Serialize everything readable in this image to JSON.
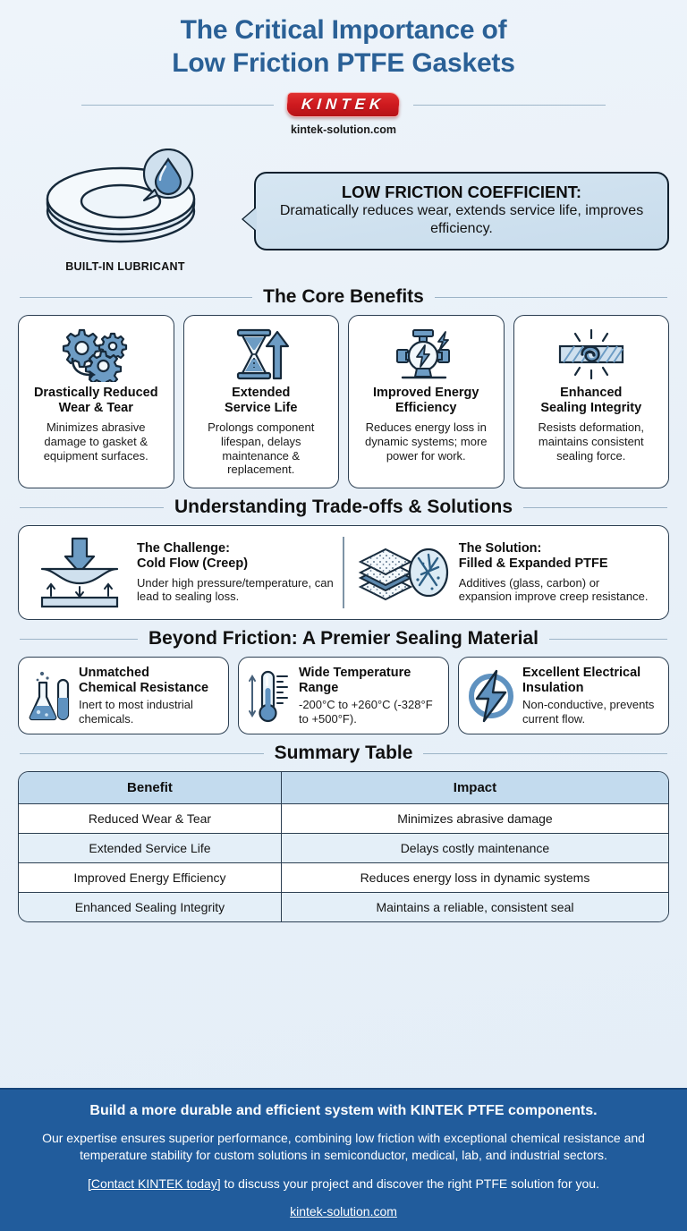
{
  "header": {
    "title_line1": "The Critical Importance of",
    "title_line2": "Low Friction PTFE Gaskets",
    "logo_text": "KINTEK",
    "logo_subtitle": "kintek-solution.com"
  },
  "hero": {
    "illustration_caption": "BUILT-IN LUBRICANT",
    "callout_heading": "LOW FRICTION COEFFICIENT:",
    "callout_text": "Dramatically reduces wear, extends service life, improves efficiency."
  },
  "sections": {
    "core_benefits": "The Core Benefits",
    "tradeoffs": "Understanding Trade-offs & Solutions",
    "beyond_friction": "Beyond Friction: A Premier Sealing Material",
    "summary": "Summary Table"
  },
  "benefits": [
    {
      "icon": "gears-icon",
      "title_line1": "Drastically Reduced",
      "title_line2": "Wear & Tear",
      "desc": "Minimizes abrasive damage to gasket & equipment surfaces."
    },
    {
      "icon": "hourglass-arrow-icon",
      "title_line1": "Extended",
      "title_line2": "Service Life",
      "desc": "Prolongs component lifespan, delays maintenance & replacement."
    },
    {
      "icon": "pump-bolt-icon",
      "title_line1": "Improved Energy",
      "title_line2": "Efficiency",
      "desc": "Reduces energy loss in dynamic systems; more power for work."
    },
    {
      "icon": "seal-knot-icon",
      "title_line1": "Enhanced",
      "title_line2": "Sealing Integrity",
      "desc": "Resists deformation, maintains consistent sealing force."
    }
  ],
  "tradeoffs": {
    "challenge": {
      "icon": "compression-creep-icon",
      "title_line1": "The Challenge:",
      "title_line2": "Cold Flow (Creep)",
      "desc": "Under high pressure/temperature, can lead to sealing loss."
    },
    "solution": {
      "icon": "filled-layers-icon",
      "title_line1": "The Solution:",
      "title_line2": "Filled & Expanded PTFE",
      "desc": "Additives (glass, carbon) or expansion improve creep resistance."
    }
  },
  "features": [
    {
      "icon": "flask-testtube-icon",
      "title_line1": "Unmatched",
      "title_line2": "Chemical Resistance",
      "desc": "Inert to most industrial chemicals."
    },
    {
      "icon": "thermometer-icon",
      "title_line1": "Wide Temperature",
      "title_line2": "Range",
      "desc": "-200°C to +260°C (-328°F to +500°F)."
    },
    {
      "icon": "lightning-bolt-icon",
      "title_line1": "Excellent Electrical",
      "title_line2": "Insulation",
      "desc": "Non-conductive, prevents current flow."
    }
  ],
  "summary_table": {
    "columns": [
      "Benefit",
      "Impact"
    ],
    "rows": [
      [
        "Reduced Wear & Tear",
        "Minimizes abrasive damage"
      ],
      [
        "Extended Service Life",
        "Delays costly maintenance"
      ],
      [
        "Improved Energy Efficiency",
        "Reduces energy loss in dynamic systems"
      ],
      [
        "Enhanced Sealing Integrity",
        "Maintains a reliable, consistent seal"
      ]
    ]
  },
  "footer": {
    "heading": "Build a more durable and efficient system with KINTEK PTFE components.",
    "paragraph": "Our expertise ensures superior performance, combining low friction with exceptional chemical resistance and temperature stability for custom solutions in semiconductor, medical, lab, and industrial sectors.",
    "cta_link": "[Contact KINTEK today]",
    "cta_rest": " to discuss your project and discover the right PTFE solution for you.",
    "url": "kintek-solution.com"
  },
  "colors": {
    "title_blue": "#2a6096",
    "footer_blue": "#215c9c",
    "logo_red": "#cf1a1f",
    "icon_blue": "#5b8cb8",
    "outline_navy": "#16293a",
    "table_header": "#c3dbee",
    "page_bg": "#eaf1f8"
  }
}
